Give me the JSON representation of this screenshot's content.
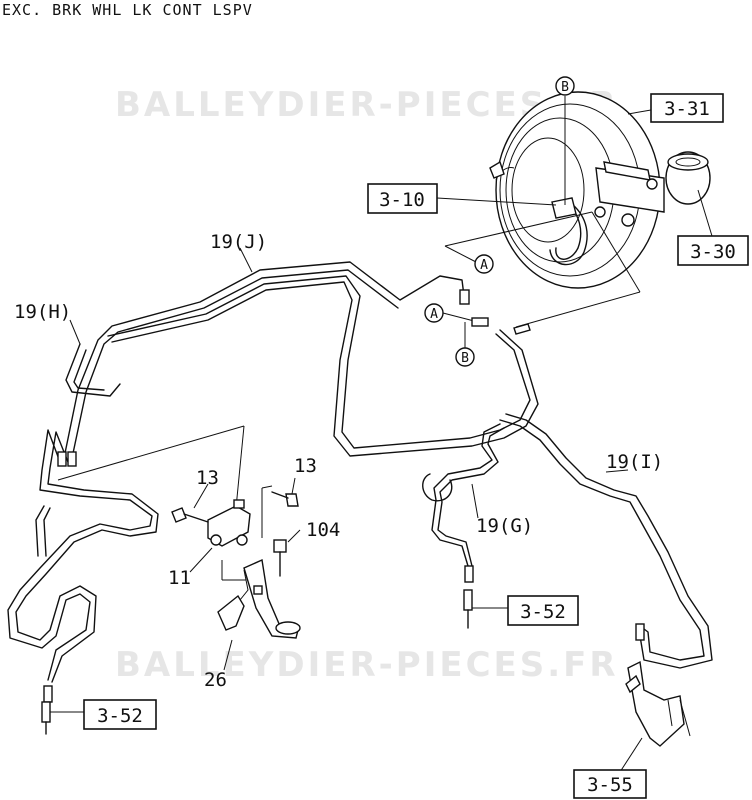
{
  "header": {
    "title": "EXC. BRK WHL LK CONT LSPV"
  },
  "watermarks": [
    "BALLEYDIER-PIECES.FR",
    "BALLEYDIER-PIECES.FR"
  ],
  "callouts": {
    "c331": "3-31",
    "c310": "3-10",
    "c330": "3-30",
    "c352a": "3-52",
    "c352b": "3-52",
    "c355": "3-55"
  },
  "labels": {
    "p19j": "19(J)",
    "p19h": "19(H)",
    "p19i": "19(I)",
    "p19g": "19(G)",
    "p13a": "13",
    "p13b": "13",
    "p104": "104",
    "p11": "11",
    "p26": "26"
  },
  "markers": {
    "b_top": "B",
    "b_mid": "B",
    "a_top": "A",
    "a_mid": "A"
  }
}
